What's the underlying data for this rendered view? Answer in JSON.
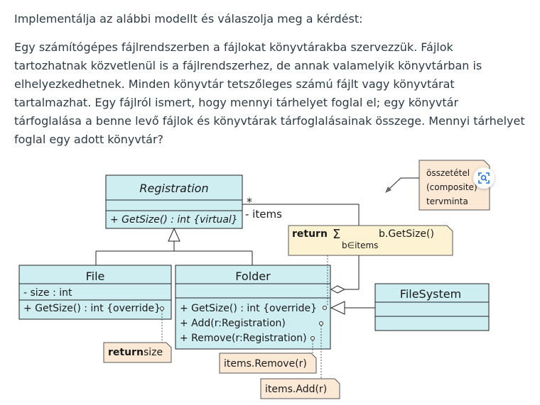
{
  "question": {
    "intro": "Implementálja az alábbi modellt és válaszolja meg a kérdést:",
    "body": "Egy számítógépes fájlrendszerben a fájlokat könyvtárakba szervezzük. Fájlok tartozhatnak közvetlenül is a fájlrendszerhez, de annak valamelyik könyvtárban is elhelyezkedhetnek. Minden könyvtár tetszőleges számú fájlt vagy könyvtárat tartalmazhat. Egy fájlról ismert, hogy mennyi tárhelyet foglal el; egy könyvtár tárfoglalása a benne levő fájlok és könyvtárak tárfoglalásainak összege. Mennyi tárhelyet foglal egy adott könyvtár?"
  },
  "diagram": {
    "registration": {
      "name": "Registration",
      "method": "+ GetSize() : int {virtual}"
    },
    "file": {
      "name": "File",
      "attribute": "- size : int",
      "method": "+ GetSize() : int  {override}"
    },
    "folder": {
      "name": "Folder",
      "methods": [
        "+ GetSize() : int   {override}",
        "+ Add(r:Registration)",
        "+ Remove(r:Registration)"
      ]
    },
    "filesystem": {
      "name": "FileSystem"
    },
    "association": {
      "multiplicity": "*",
      "role": "- items"
    },
    "notes": {
      "pattern": [
        "összetétel",
        "(composite)",
        "tervminta"
      ],
      "getsize_return": "return",
      "getsize_sigma": "Σ",
      "getsize_sub": "b∈items",
      "getsize_expr": "b.GetSize()",
      "file_return_keyword": "return",
      "file_return_value": "size",
      "remove_note": "items.Remove(r)",
      "add_note": "items.Add(r)"
    }
  },
  "ui": {
    "zoom_icon": "magnify-scan-icon"
  }
}
